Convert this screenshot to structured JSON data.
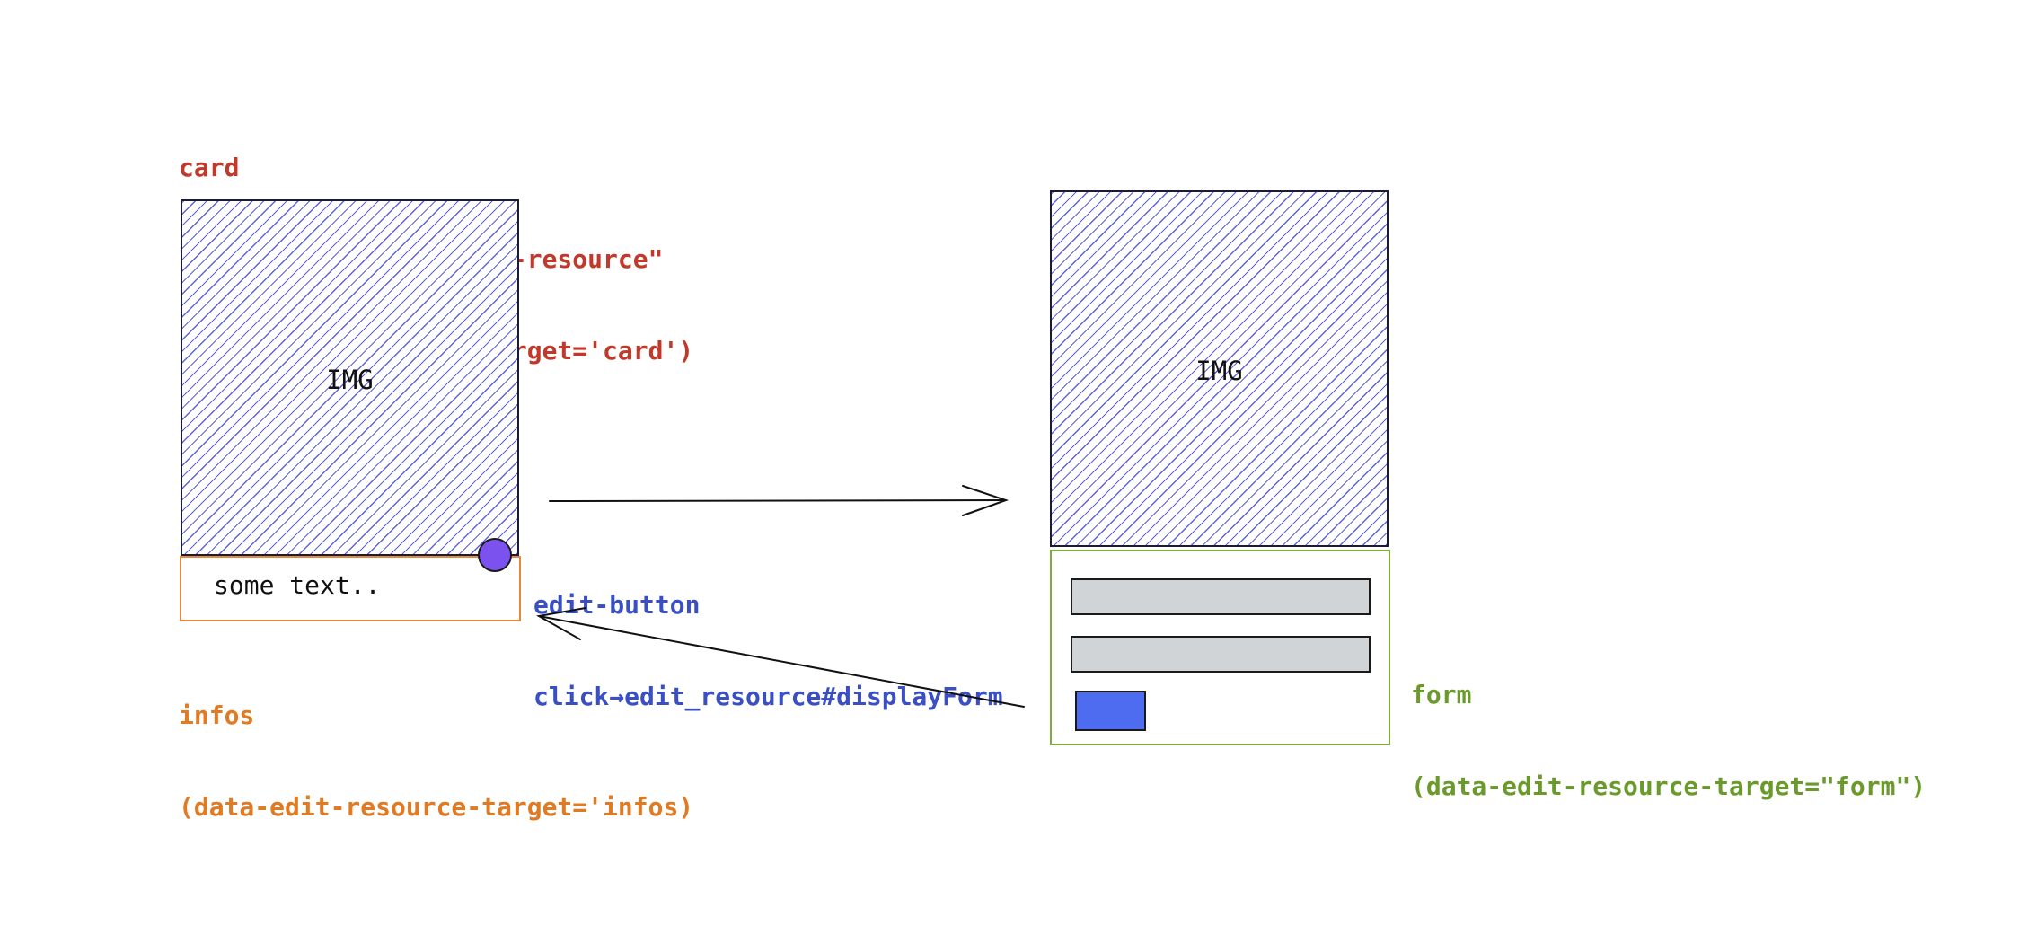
{
  "card": {
    "label_lines": [
      "card",
      "(data-controller=\"edit-resource\"",
      " data-edit-resource-target='card')"
    ],
    "img_label": "IMG"
  },
  "infos": {
    "text": "some text..",
    "label_lines": [
      "infos",
      "(data-edit-resource-target='infos)"
    ]
  },
  "edit_button": {
    "label_lines": [
      "edit-button",
      "click→edit_resource#displayForm"
    ]
  },
  "right_card": {
    "img_label": "IMG"
  },
  "form": {
    "label_lines": [
      "form",
      "(data-edit-resource-target=\"form\")"
    ]
  },
  "colors": {
    "card_label": "#c0392b",
    "infos_label": "#e07b24",
    "edit_button_label": "#3a4fc4",
    "form_label": "#6b9a2c",
    "hatch": "#5b63d6",
    "edit_button_fill": "#7b52ee",
    "submit_fill": "#4d6cf0",
    "field_fill": "#d1d4d7"
  }
}
